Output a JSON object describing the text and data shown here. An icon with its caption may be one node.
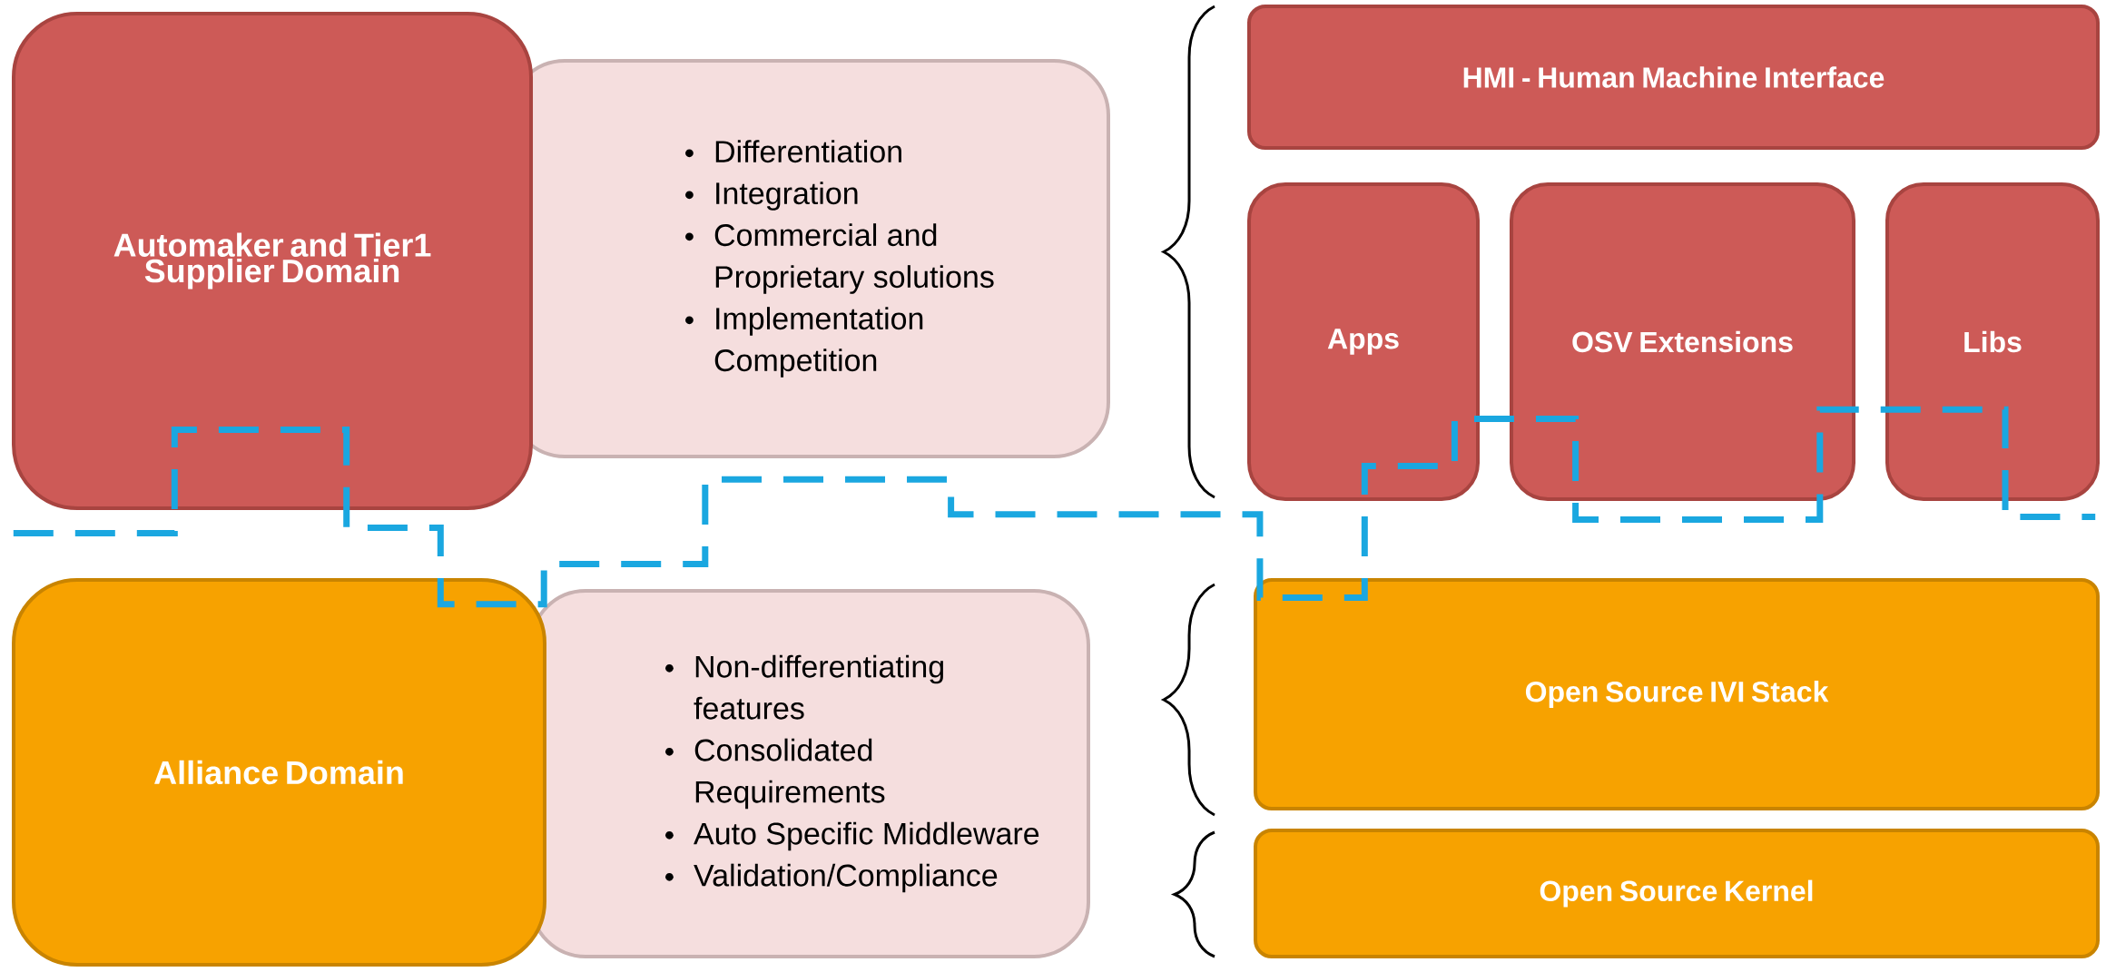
{
  "diagram": {
    "nodes": [
      {
        "text": [
          "Automaker and Tier1 Supplier Domain"
        ]
      },
      {
        "text": [
          "Differentiation",
          "Integration",
          "Commercial and Proprietary solutions",
          "Implementation Competition"
        ]
      },
      {
        "text": [
          "HMI - Human Machine Interface"
        ]
      },
      {
        "text": [
          "Apps"
        ]
      },
      {
        "text": [
          "OSV Extensions"
        ]
      },
      {
        "text": [
          "Libs"
        ]
      },
      {
        "text": [
          "Alliance Domain"
        ]
      },
      {
        "text": [
          "Non-differentiating features",
          "Consolidated Requirements",
          "Auto Specific Middleware",
          "Validation/Compliance"
        ]
      },
      {
        "text": [
          "Open Source IVI Stack"
        ]
      },
      {
        "text": [
          "Open Source Kernel"
        ]
      }
    ]
  }
}
